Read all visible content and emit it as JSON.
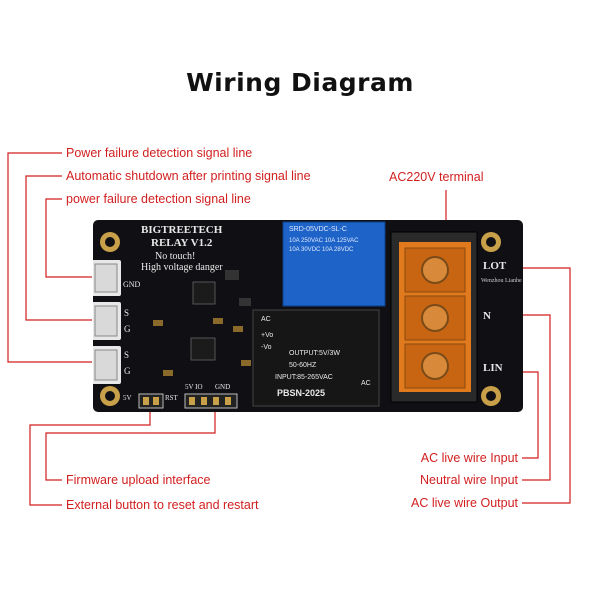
{
  "title": "Wiring Diagram",
  "labels": {
    "power_failure_1": "Power failure detection signal line",
    "auto_shutdown": "Automatic shutdown after printing signal line",
    "power_failure_2": "power failure detection signal line",
    "ac220v": "AC220V terminal",
    "firmware_upload": "Firmware upload interface",
    "external_button": "External button to reset and restart",
    "ac_live_input": "AC live wire Input",
    "neutral_input": "Neutral wire Input",
    "ac_live_output": "AC live wire Output"
  },
  "board": {
    "brand": "BIGTREETECH",
    "model": "RELAY V1.2",
    "warn1": "No touch!",
    "warn2": "High voltage danger",
    "pin_gnd": "GND",
    "pin_s1": "S",
    "pin_g1": "G",
    "pin_s2": "S",
    "pin_g2": "G",
    "term_lot": "LOT",
    "term_n": "N",
    "term_lin": "LIN",
    "lbl_5v": "5V",
    "lbl_rst": "RST",
    "lbl_5vio": "5V IO",
    "lbl_gnd2": "GND",
    "relay": {
      "model": "SRD-05VDC-SL-C",
      "l1": "10A 250VAC  10A 125VAC",
      "l2": "10A 30VDC  10A 28VDC"
    },
    "psu": {
      "model": "PBSN-2025",
      "input": "INPUT:85-265VAC",
      "freq": "50-60HZ",
      "output": "OUTPUT:5V/3W",
      "ac": "AC",
      "vo": "+Vo",
      "mvo": "-Vo"
    },
    "tb_side": "Wenzhou Lianhe"
  },
  "colors": {
    "label_red": "#d21f1f",
    "board": "#101014",
    "relay_blue": "#1e63c8",
    "terminal_orange": "#e07a1c"
  }
}
